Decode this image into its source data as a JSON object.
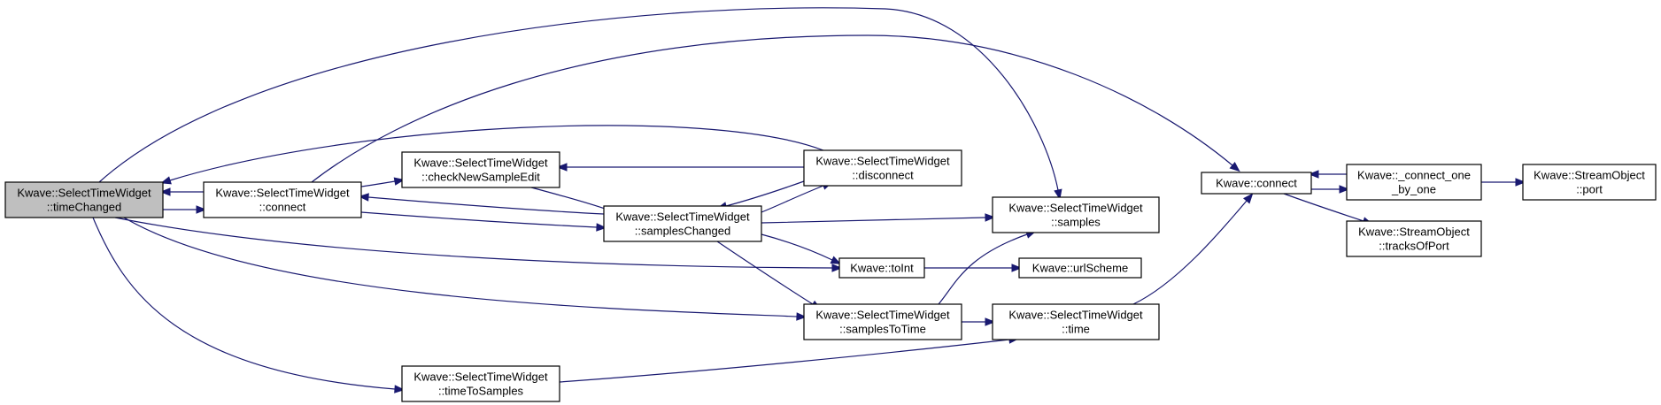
{
  "diagram": {
    "nodes": [
      {
        "id": "timeChanged",
        "lines": [
          "Kwave::SelectTimeWidget",
          "::timeChanged"
        ],
        "highlighted": true
      },
      {
        "id": "connect",
        "lines": [
          "Kwave::SelectTimeWidget",
          "::connect"
        ]
      },
      {
        "id": "checkNewSampleEdit",
        "lines": [
          "Kwave::SelectTimeWidget",
          "::checkNewSampleEdit"
        ]
      },
      {
        "id": "samplesChanged",
        "lines": [
          "Kwave::SelectTimeWidget",
          "::samplesChanged"
        ]
      },
      {
        "id": "disconnect",
        "lines": [
          "Kwave::SelectTimeWidget",
          "::disconnect"
        ]
      },
      {
        "id": "samples",
        "lines": [
          "Kwave::SelectTimeWidget",
          "::samples"
        ]
      },
      {
        "id": "toInt",
        "lines": [
          "Kwave::toInt"
        ]
      },
      {
        "id": "urlScheme",
        "lines": [
          "Kwave::urlScheme"
        ]
      },
      {
        "id": "samplesToTime",
        "lines": [
          "Kwave::SelectTimeWidget",
          "::samplesToTime"
        ]
      },
      {
        "id": "time",
        "lines": [
          "Kwave::SelectTimeWidget",
          "::time"
        ]
      },
      {
        "id": "timeToSamples",
        "lines": [
          "Kwave::SelectTimeWidget",
          "::timeToSamples"
        ]
      },
      {
        "id": "kconnect",
        "lines": [
          "Kwave::connect"
        ]
      },
      {
        "id": "connectOneByOne",
        "lines": [
          "Kwave::_connect_one",
          "_by_one"
        ]
      },
      {
        "id": "port",
        "lines": [
          "Kwave::StreamObject",
          "::port"
        ]
      },
      {
        "id": "tracksOfPort",
        "lines": [
          "Kwave::StreamObject",
          "::tracksOfPort"
        ]
      }
    ],
    "edges": [
      {
        "from": "timeChanged",
        "to": "connect"
      },
      {
        "from": "timeChanged",
        "to": "samples"
      },
      {
        "from": "timeChanged",
        "to": "toInt"
      },
      {
        "from": "timeChanged",
        "to": "samplesToTime"
      },
      {
        "from": "timeChanged",
        "to": "timeToSamples"
      },
      {
        "from": "connect",
        "to": "timeChanged"
      },
      {
        "from": "connect",
        "to": "checkNewSampleEdit"
      },
      {
        "from": "connect",
        "to": "samplesChanged"
      },
      {
        "from": "connect",
        "to": "kconnect"
      },
      {
        "from": "checkNewSampleEdit",
        "to": "samplesChanged"
      },
      {
        "from": "samplesChanged",
        "to": "connect"
      },
      {
        "from": "samplesChanged",
        "to": "disconnect"
      },
      {
        "from": "samplesChanged",
        "to": "samples"
      },
      {
        "from": "samplesChanged",
        "to": "toInt"
      },
      {
        "from": "samplesChanged",
        "to": "samplesToTime"
      },
      {
        "from": "disconnect",
        "to": "timeChanged"
      },
      {
        "from": "disconnect",
        "to": "checkNewSampleEdit"
      },
      {
        "from": "disconnect",
        "to": "samplesChanged"
      },
      {
        "from": "toInt",
        "to": "urlScheme"
      },
      {
        "from": "samplesToTime",
        "to": "samples"
      },
      {
        "from": "samplesToTime",
        "to": "time"
      },
      {
        "from": "timeToSamples",
        "to": "time"
      },
      {
        "from": "time",
        "to": "kconnect"
      },
      {
        "from": "kconnect",
        "to": "connectOneByOne"
      },
      {
        "from": "kconnect",
        "to": "tracksOfPort"
      },
      {
        "from": "connectOneByOne",
        "to": "kconnect"
      },
      {
        "from": "connectOneByOne",
        "to": "port"
      }
    ]
  }
}
